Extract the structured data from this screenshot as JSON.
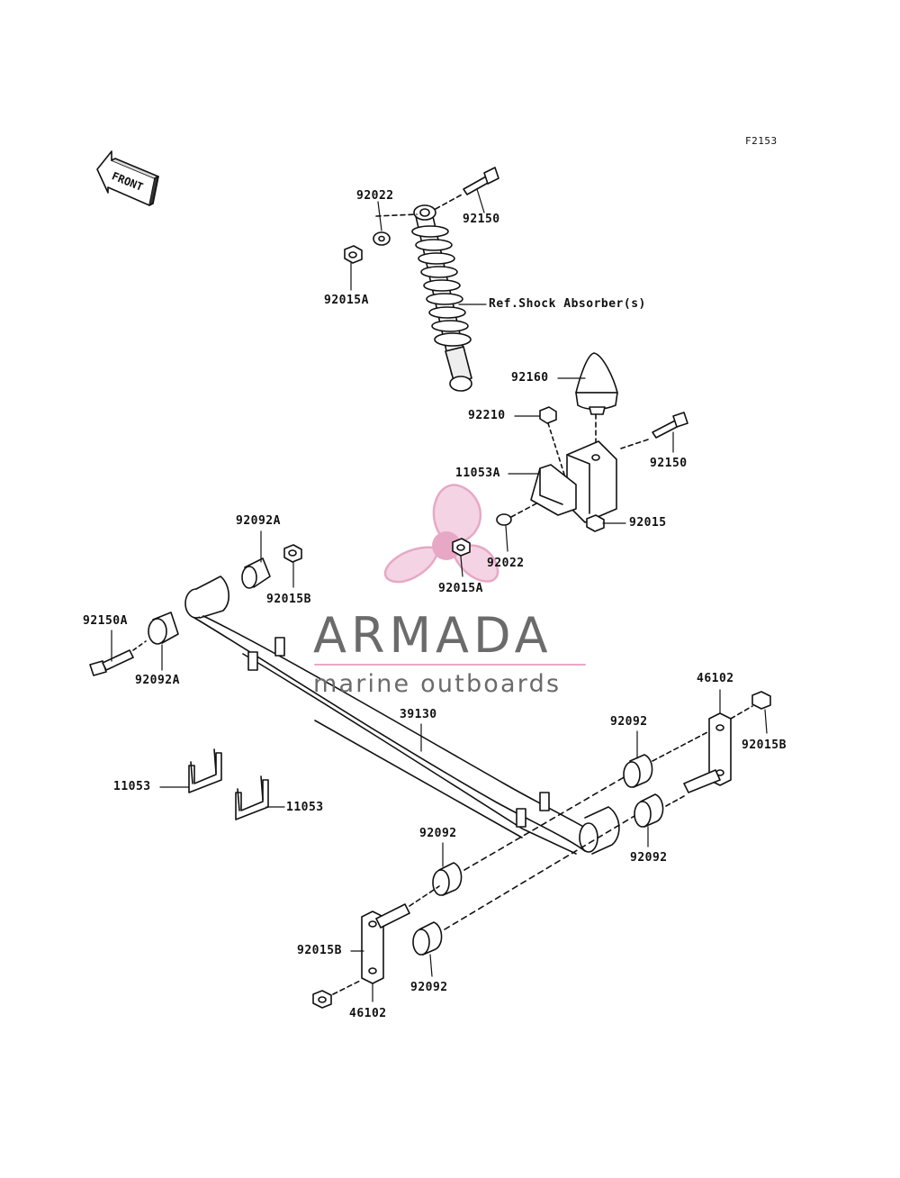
{
  "figure_code": "F2153",
  "front_arrow_label": "FRONT",
  "watermark": {
    "title": "ARMADA",
    "subtitle": "marine outboards",
    "accent_color": "#e7a8c6",
    "text_color": "#6b6b6b"
  },
  "callouts": {
    "bolt_92150_top": "92150",
    "washer_92022_top": "92022",
    "nut_92015A_top": "92015A",
    "shock_ref": "Ref.Shock Absorber(s)",
    "bump_stop_92160": "92160",
    "nut_92210": "92210",
    "bracket_11053A": "11053A",
    "bolt_92150_right": "92150",
    "nut_92015": "92015",
    "washer_92022_mid": "92022",
    "nut_92015A_mid": "92015A",
    "bushing_92092A_upper": "92092A",
    "nut_92015B_upper": "92015B",
    "bolt_92150A": "92150A",
    "bushing_92092A_lower": "92092A",
    "leaf_spring_39130": "39130",
    "shackle_46102_right": "46102",
    "nut_92015B_right": "92015B",
    "bushing_92092_a": "92092",
    "bushing_92092_b": "92092",
    "bushing_92092_c": "92092",
    "bushing_92092_d": "92092",
    "ubolt_11053_left": "11053",
    "ubolt_11053_right": "11053",
    "nut_92015B_left": "92015B",
    "shackle_46102_left": "46102"
  }
}
